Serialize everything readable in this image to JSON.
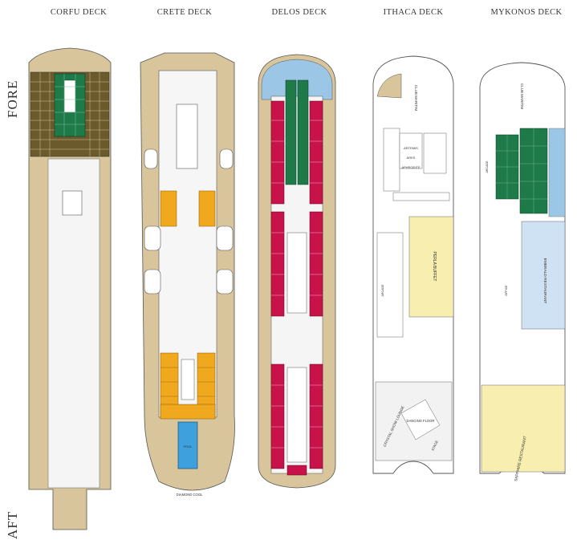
{
  "decks": [
    {
      "name": "CORFU DECK"
    },
    {
      "name": "CRETE DECK"
    },
    {
      "name": "DELOS DECK"
    },
    {
      "name": "ITHACA DECK"
    },
    {
      "name": "MYKONOS DECK"
    }
  ],
  "orientation": {
    "fore": "FORE",
    "aft": "AFT"
  },
  "venues": {
    "pool": "POOL",
    "diamond_pool": "DIAMOND COOL",
    "club_maritim_ithaca": "CLUB MARITIM",
    "perla_buffet": "PERLA BUFFET",
    "crystal_show_lounge": "CRYSTAL SHOW LOUNGE",
    "dancing_floor": "DANCING FLOOR",
    "stage": "STAGE",
    "artemis": "ARTEMIS",
    "ares": "ARES",
    "aphrodite": "APHRODITE",
    "club_maritim_mykonos": "CLUB MARITIM",
    "arcade": "ARCADE",
    "office": "OFFICE",
    "emerald_restaurant": "EMERALD RESTAURANT",
    "sapphire_restaurant": "SAPPHIRE RESTAURANT"
  },
  "colors": {
    "tan": "#d8c59b",
    "olive": "#6b5a2c",
    "green": "#1f7a4a",
    "orange": "#f0a81e",
    "crimson": "#c8134a",
    "blue": "#9cc6e6",
    "yellow": "#f7eeb0",
    "grey": "#f2f2f2"
  }
}
